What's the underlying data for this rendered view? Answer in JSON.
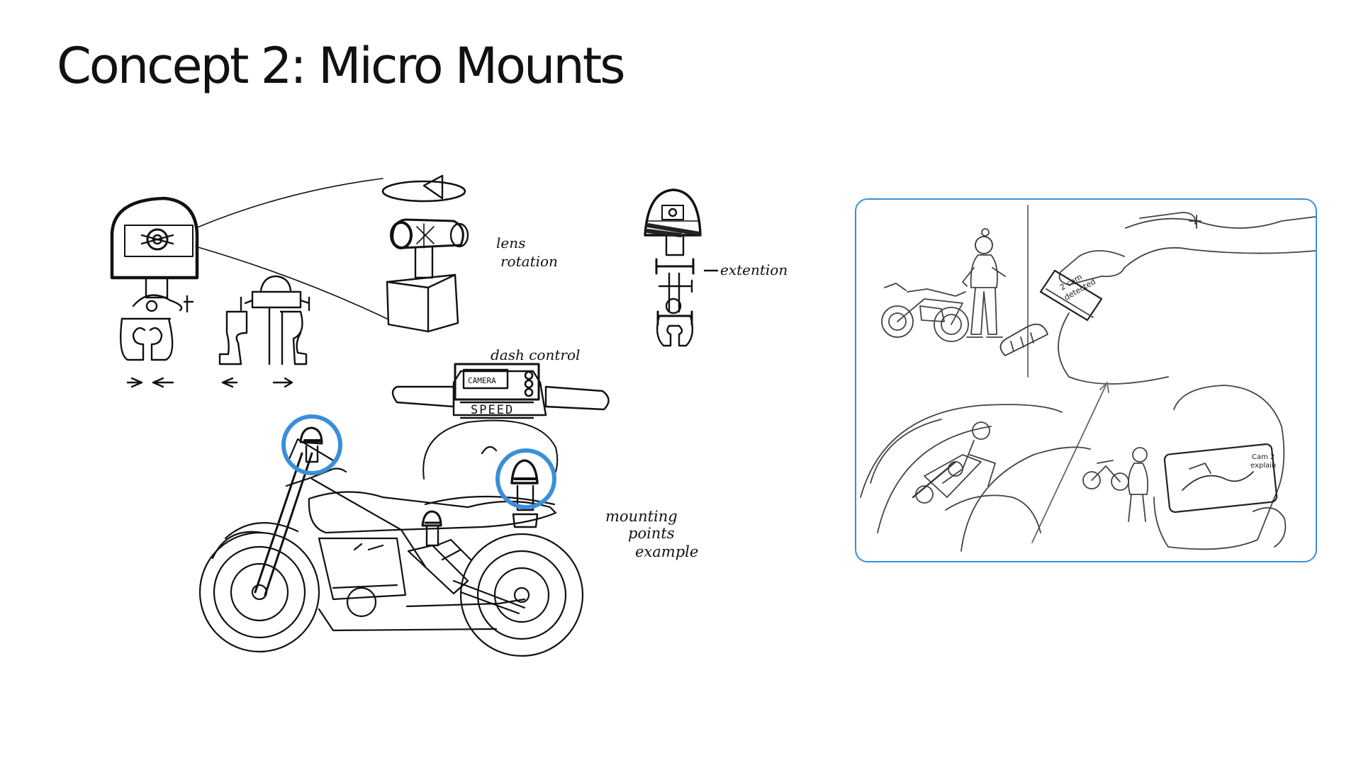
{
  "slide": {
    "title": "Concept 2: Micro Mounts"
  },
  "annotations": {
    "lens_rotation_line1": "lens",
    "lens_rotation_line2": "rotation",
    "extension": "extention",
    "dash_control": "dash control",
    "dash_screen": "CAMERA",
    "speed": "SPEED",
    "mounting_line1": "mounting",
    "mounting_line2": "points",
    "mounting_line3": "example"
  },
  "storyboard": {
    "phone_popup_line1": "2 cam",
    "phone_popup_line2": "detected",
    "tablet_label_line1": "Cam 2",
    "tablet_label_line2": "explain"
  },
  "colors": {
    "highlight": "#3a8fd8",
    "ink": "#111111",
    "pencil": "#555555"
  }
}
